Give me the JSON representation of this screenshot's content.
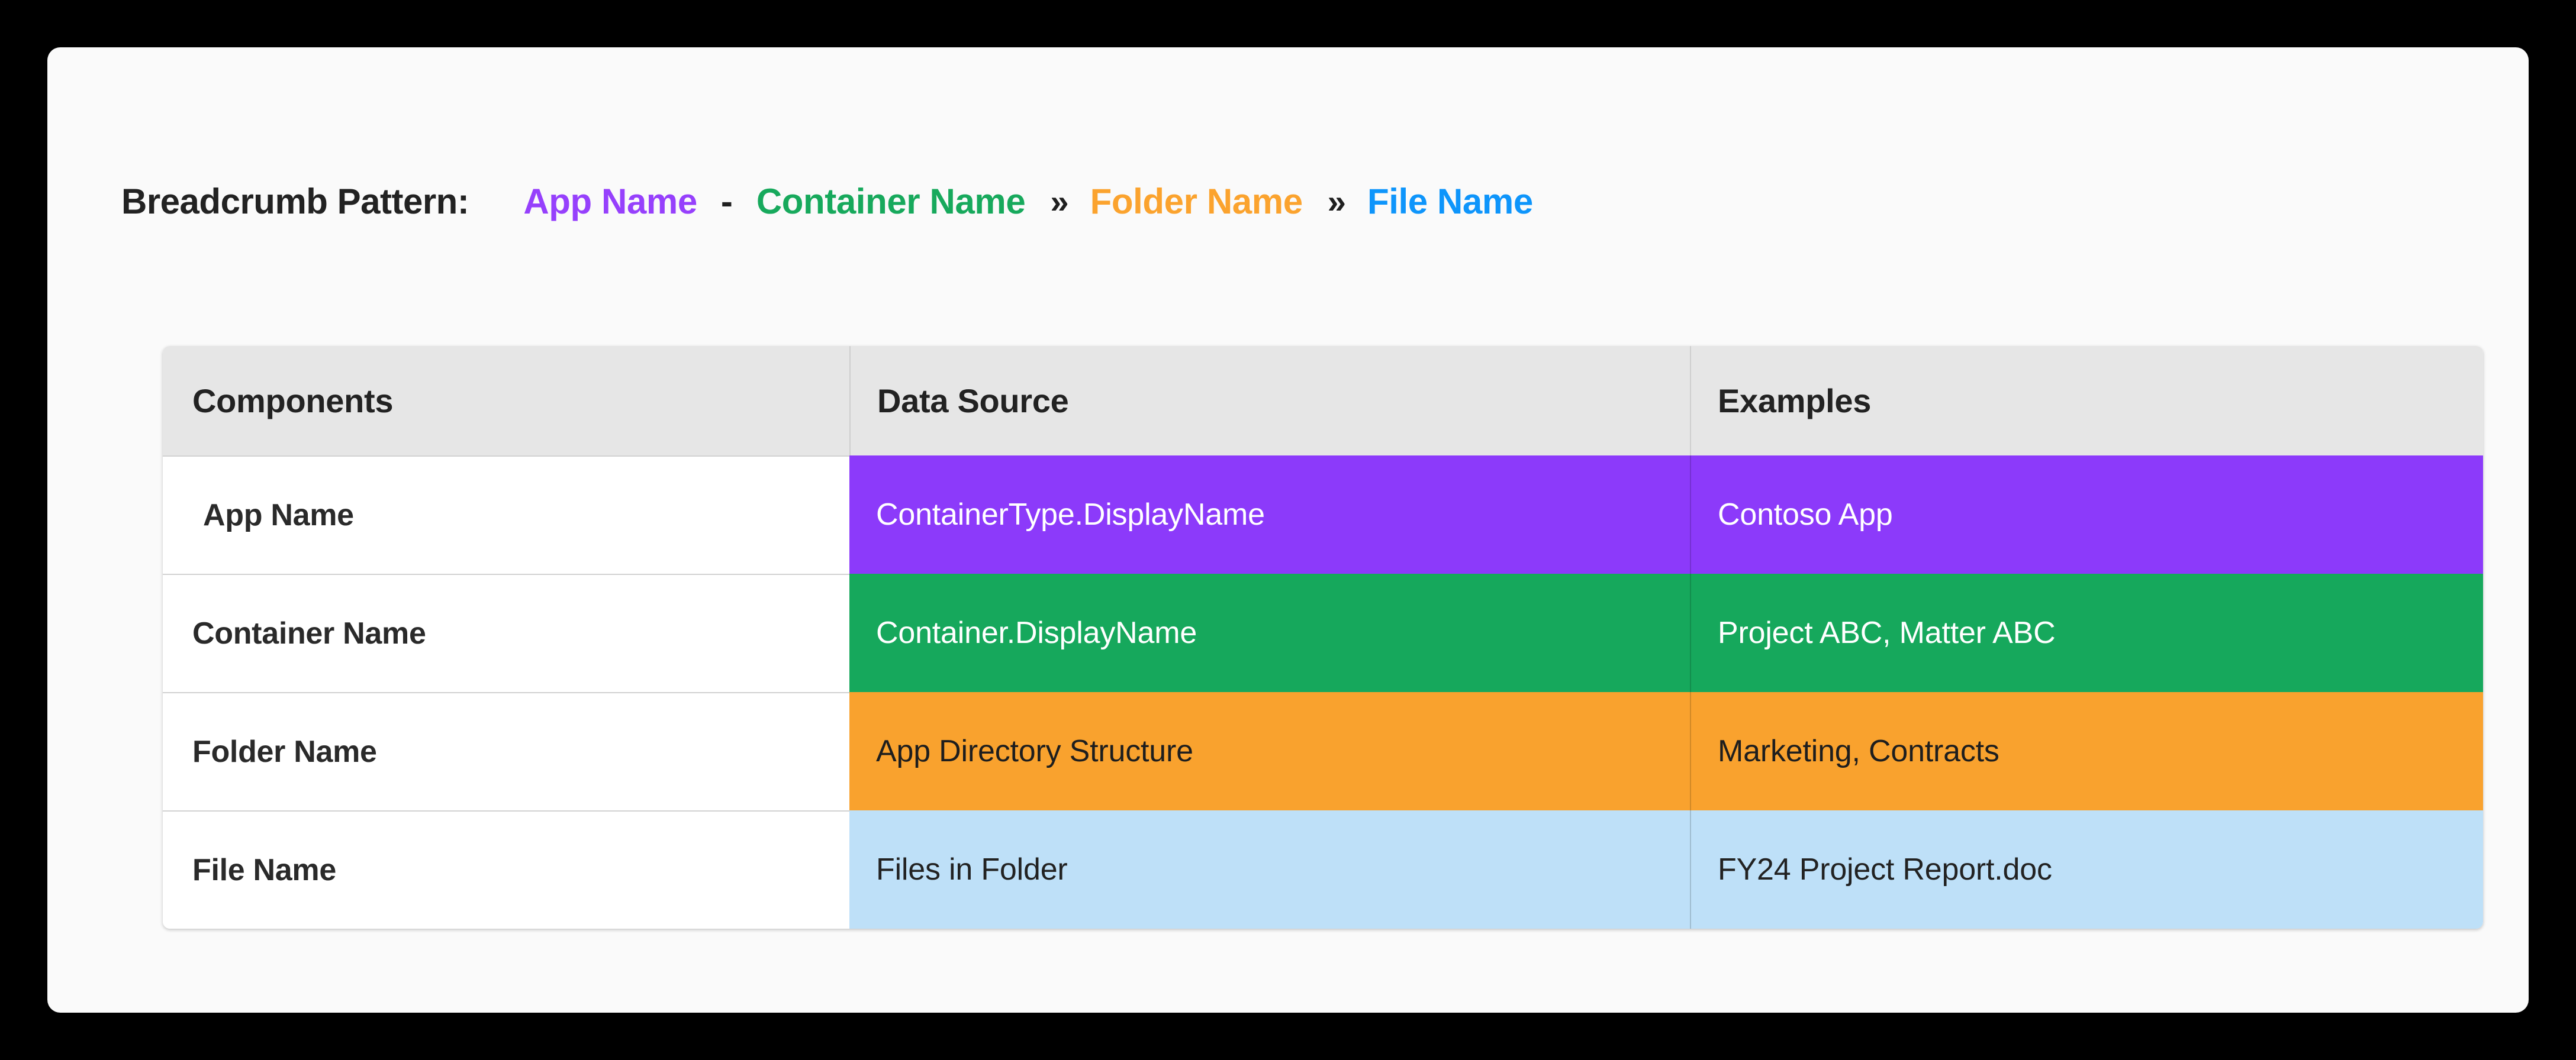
{
  "breadcrumb": {
    "title": "Breadcrumb Pattern:",
    "items": [
      {
        "label": "App Name",
        "color": "#9640FC"
      },
      {
        "label": "Container Name",
        "color": "#17A95C"
      },
      {
        "label": "Folder Name",
        "color": "#FBA32E"
      },
      {
        "label": "File Name",
        "color": "#0E95FB"
      }
    ],
    "separators": [
      {
        "glyph": "-",
        "kind": "dash"
      },
      {
        "glyph": "››",
        "kind": "chev"
      },
      {
        "glyph": "››",
        "kind": "chev"
      }
    ]
  },
  "table": {
    "headers": [
      "Components",
      "Data Source",
      "Examples"
    ],
    "rows": [
      {
        "component": "App Name",
        "data_source": "ContainerType.DisplayName",
        "example": "Contoso App",
        "fill": "#8C3AFA"
      },
      {
        "component": "Container Name",
        "data_source": "Container.DisplayName",
        "example": "Project ABC, Matter ABC",
        "fill": "#16A85C"
      },
      {
        "component": "Folder Name",
        "data_source": "App Directory Structure",
        "example": "Marketing, Contracts",
        "fill": "#F9A22E"
      },
      {
        "component": "File Name",
        "data_source": "Files in Folder",
        "example": "FY24 Project Report.doc",
        "fill": "#BEE0F8"
      }
    ]
  }
}
